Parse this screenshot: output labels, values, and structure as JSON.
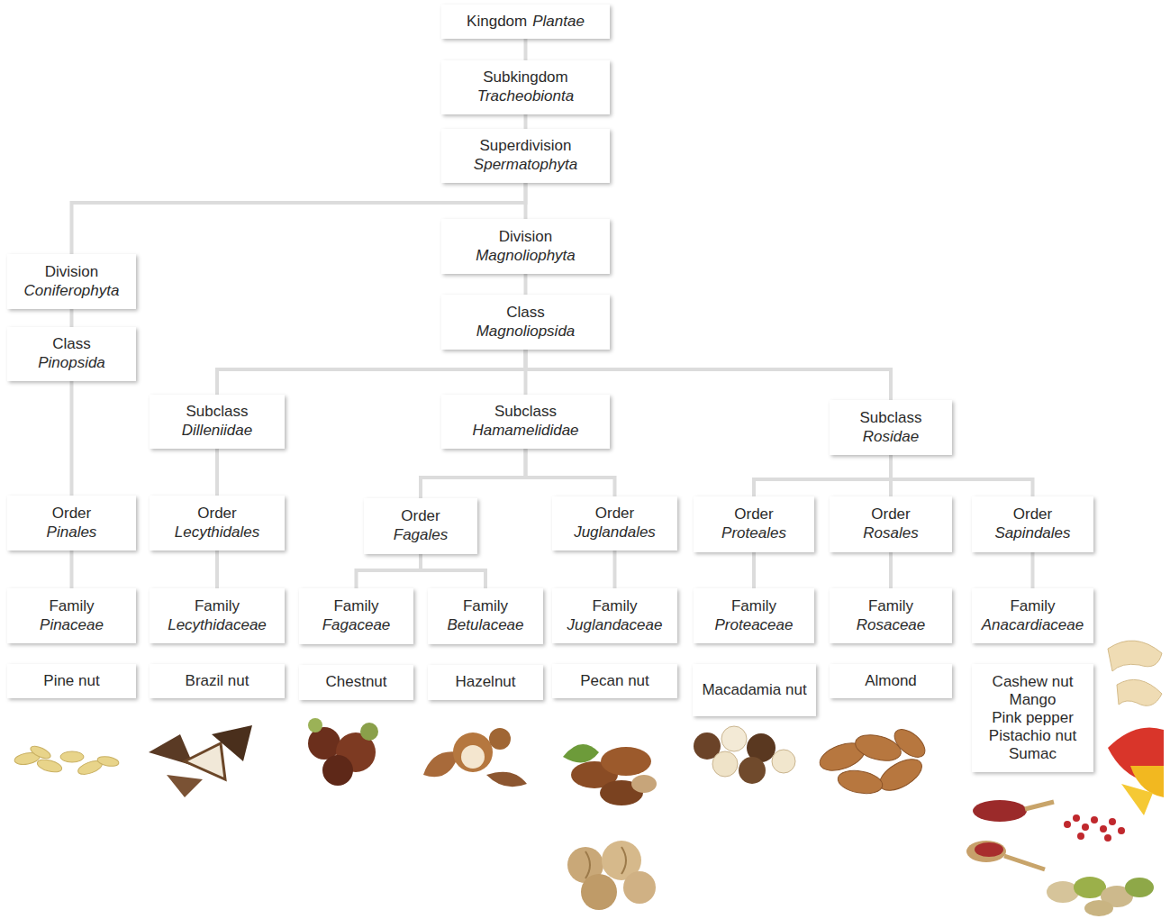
{
  "diagram": {
    "nodes": [
      {
        "text": [
          "Kingdom",
          "Plantae"
        ]
      },
      {
        "text": [
          "Subkingdom",
          "Tracheobionta"
        ]
      },
      {
        "text": [
          "Superdivision",
          "Spermatophyta"
        ]
      },
      {
        "text": [
          "Division",
          "Coniferophyta"
        ]
      },
      {
        "text": [
          "Division",
          "Magnoliophyta"
        ]
      },
      {
        "text": [
          "Class",
          "Pinopsida"
        ]
      },
      {
        "text": [
          "Class",
          "Magnoliopsida"
        ]
      },
      {
        "text": [
          "Subclass",
          "Dilleniidae"
        ]
      },
      {
        "text": [
          "Subclass",
          "Hamamelididae"
        ]
      },
      {
        "text": [
          "Subclass",
          "Rosidae"
        ]
      },
      {
        "text": [
          "Order",
          "Pinales"
        ]
      },
      {
        "text": [
          "Order",
          "Lecythidales"
        ]
      },
      {
        "text": [
          "Order",
          "Fagales"
        ]
      },
      {
        "text": [
          "Order",
          "Juglandales"
        ]
      },
      {
        "text": [
          "Order",
          "Proteales"
        ]
      },
      {
        "text": [
          "Order",
          "Rosales"
        ]
      },
      {
        "text": [
          "Order",
          "Sapindales"
        ]
      },
      {
        "text": [
          "Family",
          "Pinaceae"
        ]
      },
      {
        "text": [
          "Family",
          "Lecythidaceae"
        ]
      },
      {
        "text": [
          "Family",
          "Fagaceae"
        ]
      },
      {
        "text": [
          "Family",
          "Betulaceae"
        ]
      },
      {
        "text": [
          "Family",
          "Juglandaceae"
        ]
      },
      {
        "text": [
          "Family",
          "Proteaceae"
        ]
      },
      {
        "text": [
          "Family",
          "Rosaceae"
        ]
      },
      {
        "text": [
          "Family",
          "Anacardiaceae"
        ]
      },
      {
        "text": [
          "Pine nut"
        ]
      },
      {
        "text": [
          "Brazil nut"
        ]
      },
      {
        "text": [
          "Chestnut"
        ]
      },
      {
        "text": [
          "Hazelnut"
        ]
      },
      {
        "text": [
          "Pecan nut"
        ]
      },
      {
        "text": [
          "Macadamia nut"
        ]
      },
      {
        "text": [
          "Almond"
        ]
      },
      {
        "text": [
          "Cashew nut",
          "Mango",
          "Pink pepper",
          "Pistachio nut",
          "Sumac"
        ]
      }
    ],
    "edges": [
      {
        "from": 0,
        "to": 1,
        "arrow": "none"
      },
      {
        "from": 1,
        "to": 2,
        "arrow": "none"
      },
      {
        "from": 2,
        "to": 3,
        "arrow": "none"
      },
      {
        "from": 2,
        "to": 4,
        "arrow": "none"
      },
      {
        "from": 3,
        "to": 5,
        "arrow": "none"
      },
      {
        "from": 4,
        "to": 6,
        "arrow": "none"
      },
      {
        "from": 5,
        "to": 10,
        "arrow": "none"
      },
      {
        "from": 6,
        "to": 7,
        "arrow": "none"
      },
      {
        "from": 6,
        "to": 8,
        "arrow": "none"
      },
      {
        "from": 6,
        "to": 9,
        "arrow": "none"
      },
      {
        "from": 7,
        "to": 11,
        "arrow": "none"
      },
      {
        "from": 8,
        "to": 12,
        "arrow": "none"
      },
      {
        "from": 8,
        "to": 13,
        "arrow": "none"
      },
      {
        "from": 9,
        "to": 14,
        "arrow": "none"
      },
      {
        "from": 9,
        "to": 15,
        "arrow": "none"
      },
      {
        "from": 9,
        "to": 16,
        "arrow": "none"
      },
      {
        "from": 10,
        "to": 17,
        "arrow": "none"
      },
      {
        "from": 11,
        "to": 18,
        "arrow": "none"
      },
      {
        "from": 12,
        "to": 19,
        "arrow": "none"
      },
      {
        "from": 12,
        "to": 20,
        "arrow": "none"
      },
      {
        "from": 13,
        "to": 21,
        "arrow": "none"
      },
      {
        "from": 14,
        "to": 22,
        "arrow": "none"
      },
      {
        "from": 15,
        "to": 23,
        "arrow": "none"
      },
      {
        "from": 16,
        "to": 24,
        "arrow": "none"
      }
    ]
  }
}
